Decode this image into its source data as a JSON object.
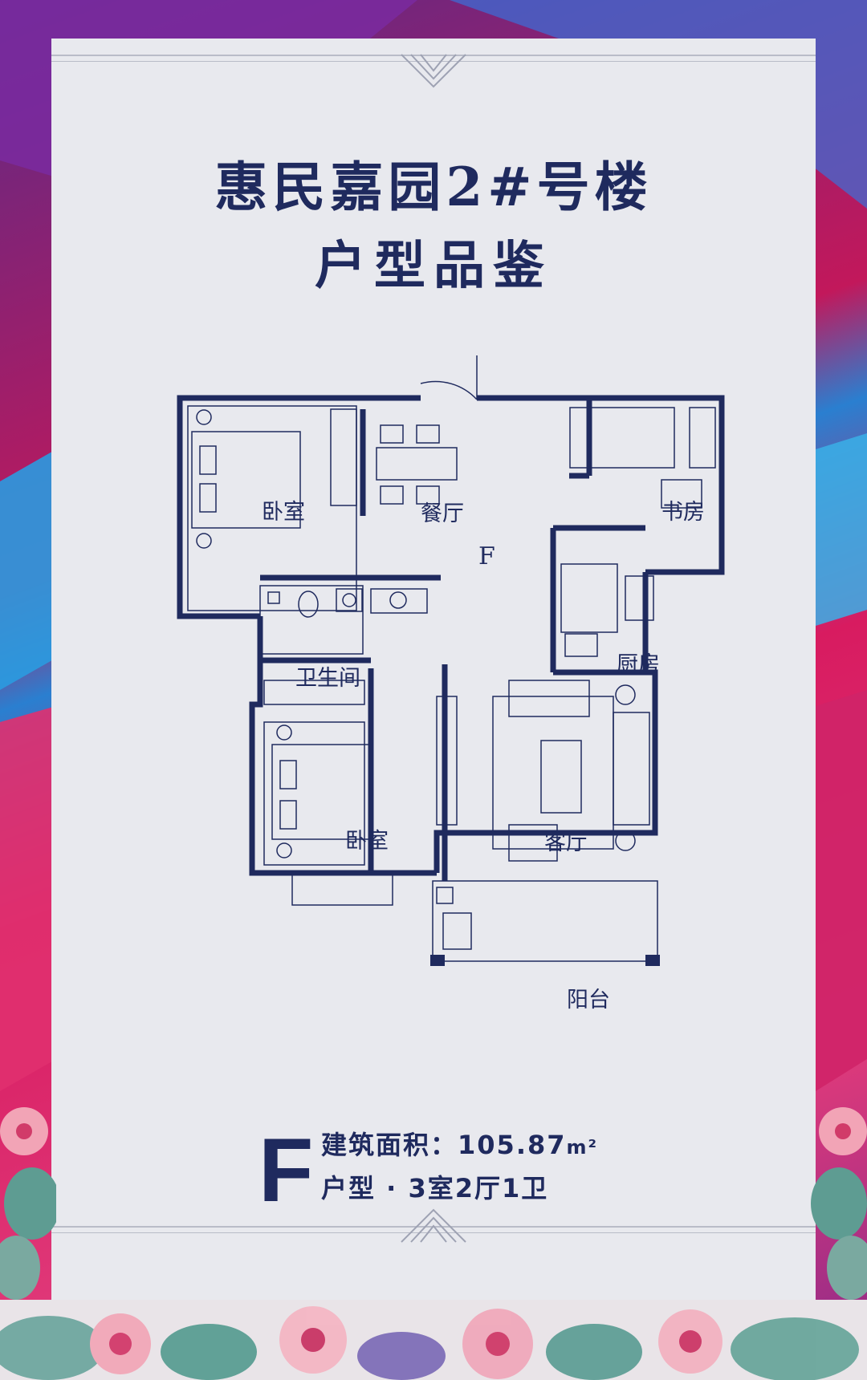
{
  "title": {
    "line1": "惠民嘉园2#号楼",
    "line2": "户型品鉴"
  },
  "plan": {
    "unit_mark": "F",
    "rooms": {
      "bedroom_top": "卧室",
      "dining": "餐厅",
      "study": "书房",
      "bathroom": "卫生间",
      "kitchen": "厨房",
      "bedroom_bottom": "卧室",
      "living": "客厅",
      "balcony": "阳台"
    }
  },
  "info": {
    "unit_letter": "F",
    "area_label": "建筑面积：",
    "area_value": "105.87",
    "area_unit": "m²",
    "layout": "户型 · 3室2厅1卫"
  },
  "colors": {
    "ink": "#1f2a5e",
    "card": "#e8e9ee",
    "line": "#b9bcc8"
  }
}
